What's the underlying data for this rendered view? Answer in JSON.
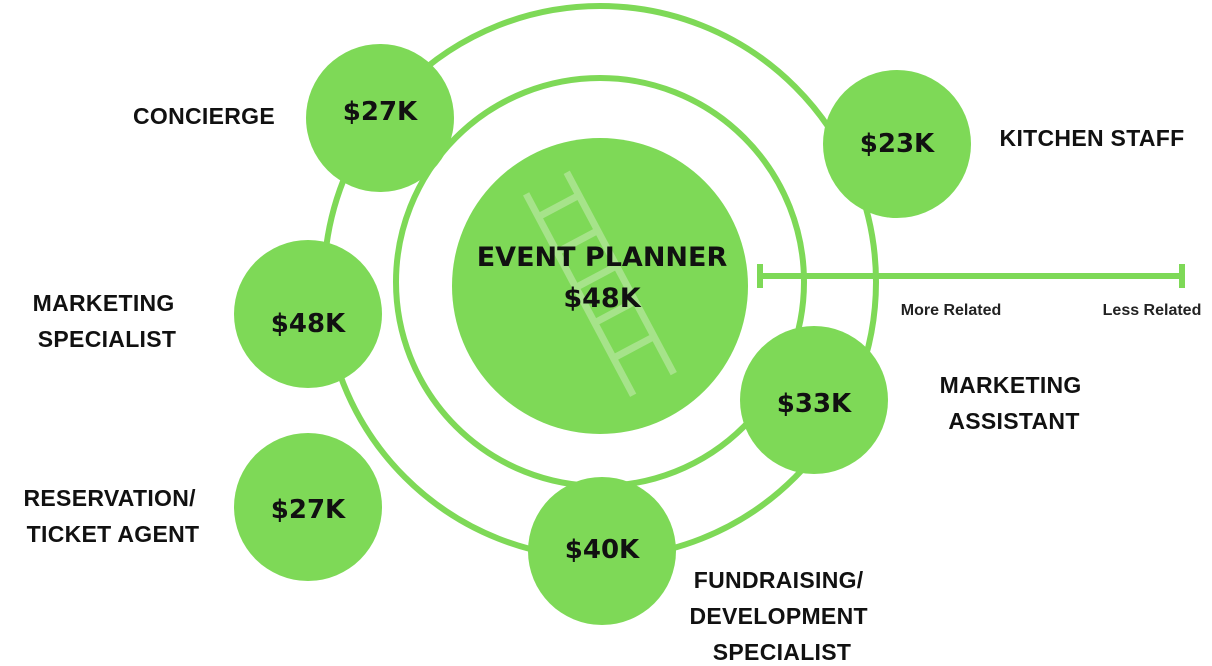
{
  "colors": {
    "bubble": "#7ed957",
    "ring": "#7ed957",
    "ladder": "#a6e38a",
    "text": "#111111"
  },
  "center": {
    "title": "EVENT PLANNER",
    "salary": "$48K",
    "icon": "ladder-icon"
  },
  "legend": {
    "more_label": "More Related",
    "less_label": "Less Related"
  },
  "careers": {
    "concierge": {
      "salary": "$27K",
      "label_lines": [
        "CONCIERGE"
      ]
    },
    "kitchen_staff": {
      "salary": "$23K",
      "label_lines": [
        "KITCHEN STAFF"
      ]
    },
    "marketing_specialist": {
      "salary": "$48K",
      "label_lines": [
        "MARKETING",
        "SPECIALIST"
      ]
    },
    "marketing_assistant": {
      "salary": "$33K",
      "label_lines": [
        "MARKETING",
        "ASSISTANT"
      ]
    },
    "reservation_ticket_agent": {
      "salary": "$27K",
      "label_lines": [
        "RESERVATION/",
        "TICKET AGENT"
      ]
    },
    "fundraising_development_specialist": {
      "salary": "$40K",
      "label_lines": [
        "FUNDRAISING/",
        "DEVELOPMENT",
        "SPECIALIST"
      ]
    }
  }
}
